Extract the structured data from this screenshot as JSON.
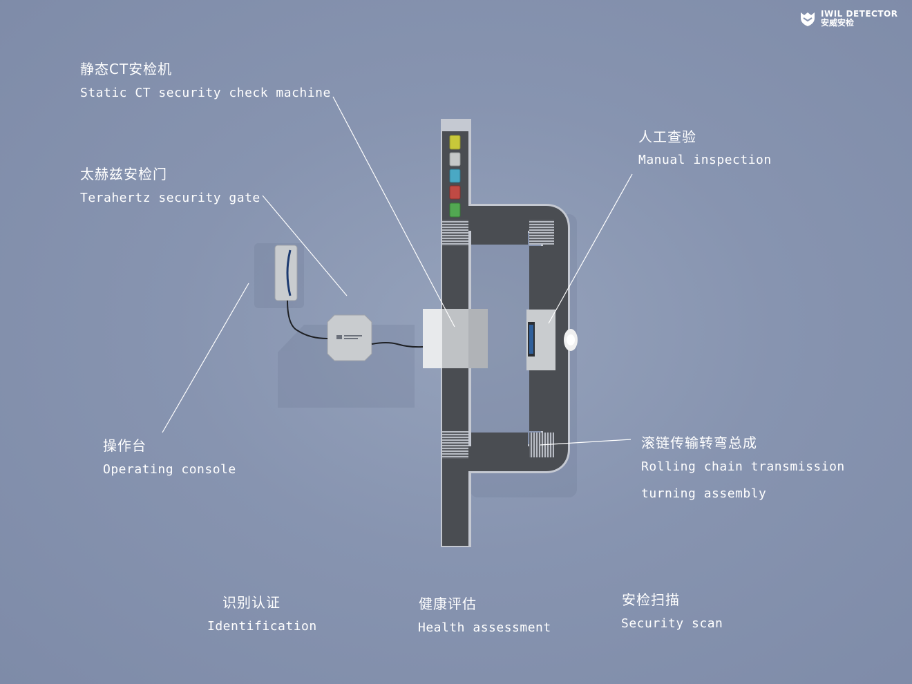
{
  "logo": {
    "name_en": "IWIL DETECTOR",
    "name_zh": "安威安检"
  },
  "labels": {
    "ct": {
      "zh": "静态CT安检机",
      "en": "Static CT security check machine"
    },
    "terahertz": {
      "zh": "太赫兹安检门",
      "en": "Terahertz security gate"
    },
    "manual": {
      "zh": "人工查验",
      "en": "Manual inspection"
    },
    "console": {
      "zh": "操作台",
      "en": "Operating console"
    },
    "chain": {
      "zh": "滚链传输转弯总成",
      "en1": "Rolling chain transmission",
      "en2": "turning assembly"
    },
    "identification": {
      "zh": "识别认证",
      "en": "Identification"
    },
    "health": {
      "zh": "健康评估",
      "en": "Health assessment"
    },
    "scan": {
      "zh": "安检扫描",
      "en": "Security scan"
    }
  },
  "colors": {
    "background": "#8794b0",
    "conveyor": "#4a4d52",
    "machine": "#c9cccf",
    "bag_colors": [
      "#c8c83a",
      "#c5c8c8",
      "#4aa8c4",
      "#c04a44",
      "#52a852"
    ]
  }
}
